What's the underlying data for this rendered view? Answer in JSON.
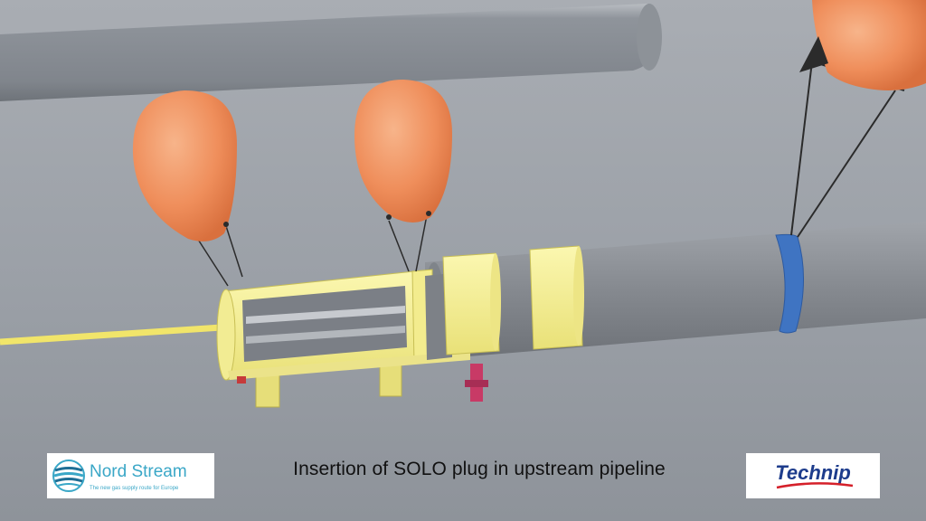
{
  "caption": "Insertion of SOLO plug in upstream pipeline",
  "nord_stream": {
    "name": "Nord Stream",
    "tagline": "The new gas supply route for Europe"
  },
  "technip": {
    "name": "Technip"
  },
  "colors": {
    "seabed": "#9a9fa6",
    "pipe": "#8f949b",
    "balloon": "#f0905e",
    "yellow": "#f5f08c",
    "clamp": "#3f74c2",
    "technip_red": "#d5202a",
    "nord_blue": "#3aa7c7"
  }
}
